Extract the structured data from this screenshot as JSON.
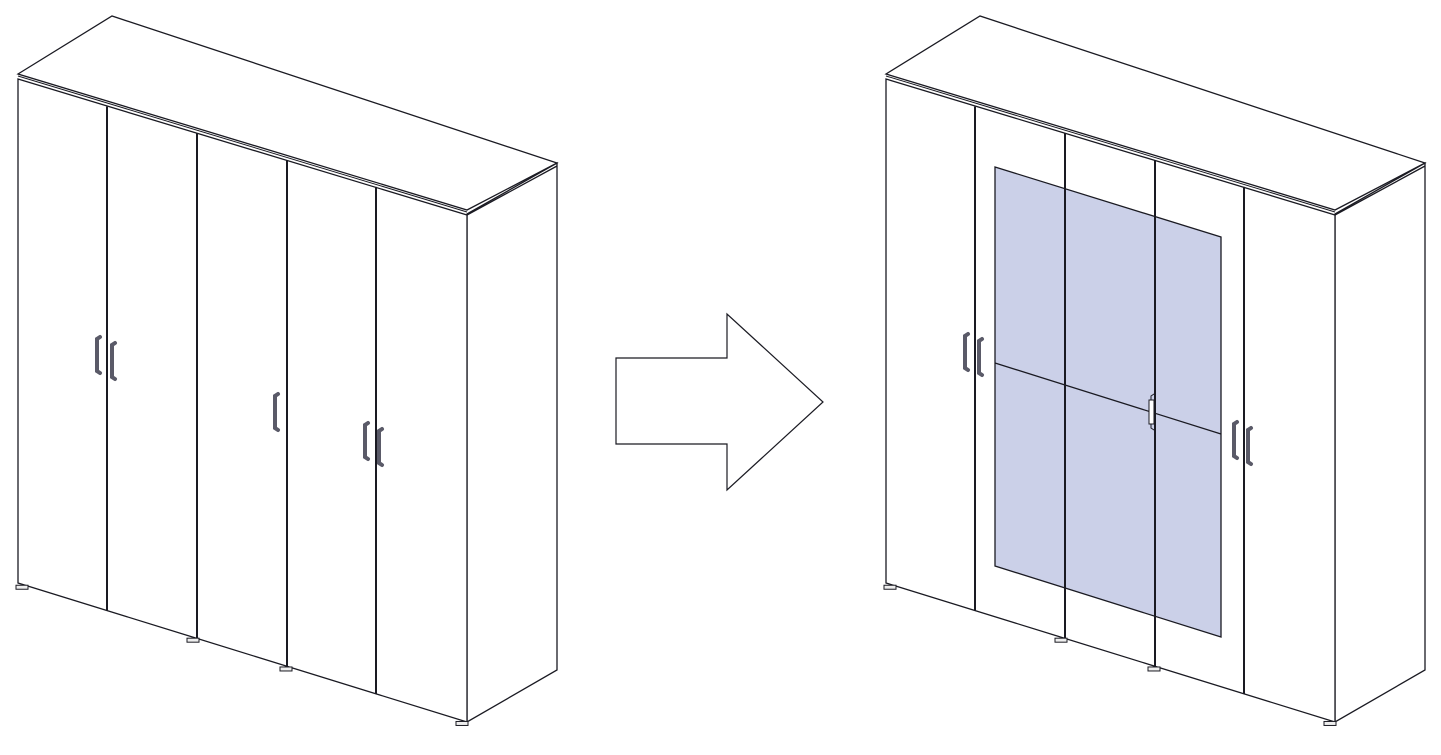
{
  "diagram": {
    "description_labels": [],
    "colors": {
      "line": "#1a1a22",
      "panel": "#ffffff",
      "glass": "#cbd0e8",
      "handle": "#5a5a68"
    },
    "before": {
      "door_count": 5,
      "handle_count": 5,
      "glass": false
    },
    "after": {
      "door_count": 5,
      "handle_count": 5,
      "glass": true
    }
  }
}
